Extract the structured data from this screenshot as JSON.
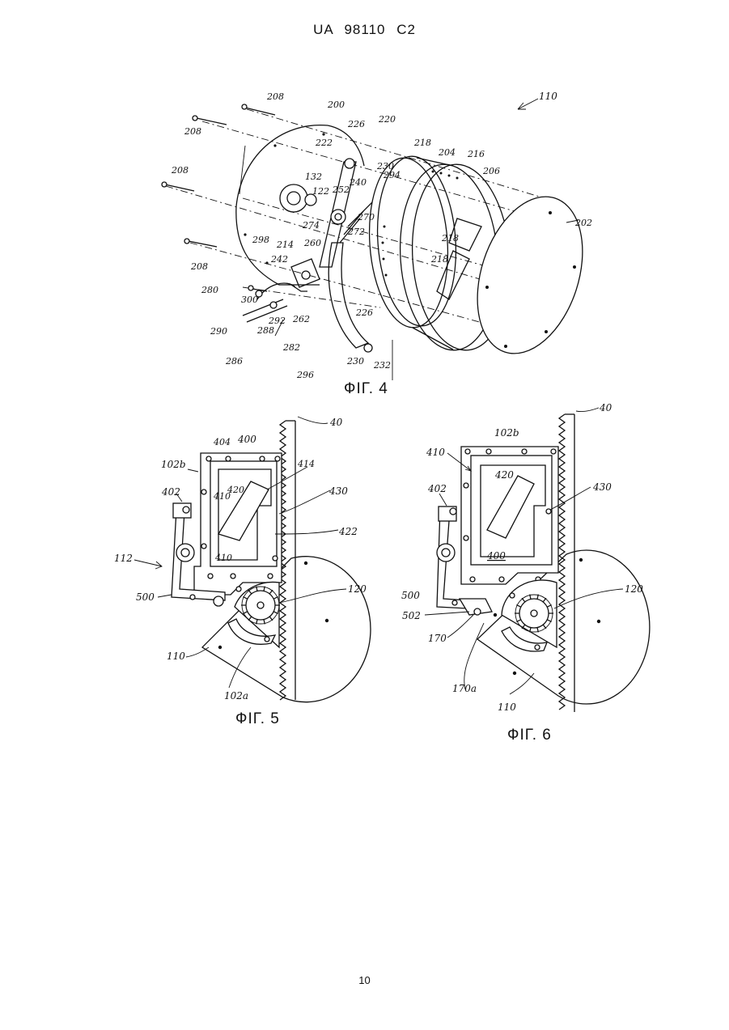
{
  "header": {
    "document_id": "UA   98110   C2"
  },
  "page_number": "10",
  "figures": {
    "fig4": {
      "caption": "ФІГ. 4",
      "labels": {
        "l110": "110",
        "l200": "200",
        "l202": "202",
        "l204": "204",
        "l206": "206",
        "l208a": "208",
        "l208b": "208",
        "l208c": "208",
        "l208d": "208",
        "l214": "214",
        "l216": "216",
        "l218a": "218",
        "l218b": "218",
        "l218c": "218",
        "l220": "220",
        "l222": "222",
        "l226a": "226",
        "l226b": "226",
        "l230a": "230",
        "l230b": "230",
        "l232": "232",
        "l240": "240",
        "l242": "242",
        "l252": "252",
        "l260": "260",
        "l262": "262",
        "l270": "270",
        "l272": "272",
        "l274": "274",
        "l280": "280",
        "l282": "282",
        "l286": "286",
        "l288": "288",
        "l290": "290",
        "l292": "292",
        "l294": "294",
        "l296": "296",
        "l298": "298",
        "l300": "300",
        "l122": "122",
        "l132": "132"
      }
    },
    "fig5": {
      "caption": "ФІГ. 5",
      "labels": {
        "l40": "40",
        "l400": "400",
        "l404": "404",
        "l102b": "102b",
        "l402": "402",
        "l410a": "410",
        "l410b": "410",
        "l414": "414",
        "l420": "420",
        "l430": "430",
        "l422": "422",
        "l112": "112",
        "l500": "500",
        "l120": "120",
        "l110": "110",
        "l102a": "102a"
      }
    },
    "fig6": {
      "caption": "ФІГ. 6",
      "labels": {
        "l40": "40",
        "l102b": "102b",
        "l410": "410",
        "l402": "402",
        "l420": "420",
        "l430": "430",
        "l400": "400",
        "l500": "500",
        "l502": "502",
        "l120": "120",
        "l170": "170",
        "l170a": "170a",
        "l110": "110"
      }
    }
  }
}
